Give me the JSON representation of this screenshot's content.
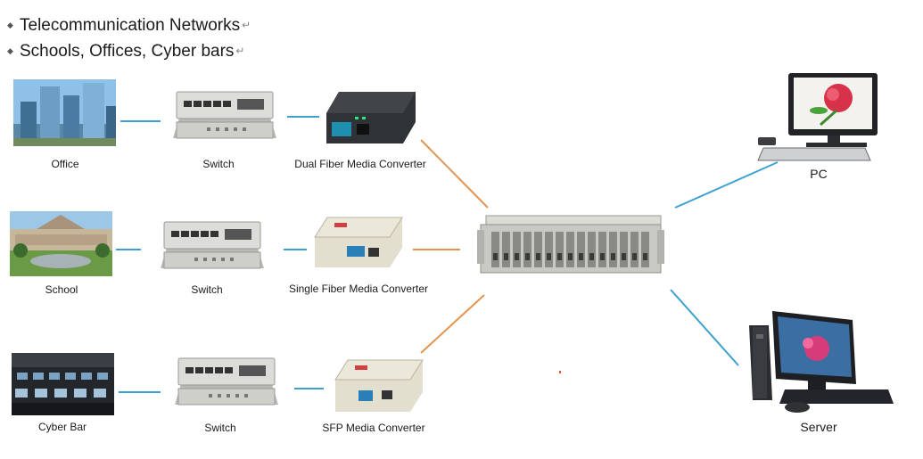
{
  "bullets": [
    {
      "text": "Telecommunication Networks"
    },
    {
      "text": "Schools, Offices, Cyber bars"
    }
  ],
  "rows": [
    {
      "site": "Office",
      "switch": "Switch",
      "converter": "Dual Fiber Media Converter"
    },
    {
      "site": "School",
      "switch": "Switch",
      "converter": "Single Fiber Media Converter"
    },
    {
      "site": "Cyber Bar",
      "switch": "Switch",
      "converter": "SFP Media Converter"
    }
  ],
  "endpoints": {
    "pc": "PC",
    "server": "Server"
  },
  "colors": {
    "blue_link": "#3da0cf",
    "orange_link": "#e39450",
    "chassis": "#c9c9c4",
    "device_dark": "#2c2f33"
  }
}
